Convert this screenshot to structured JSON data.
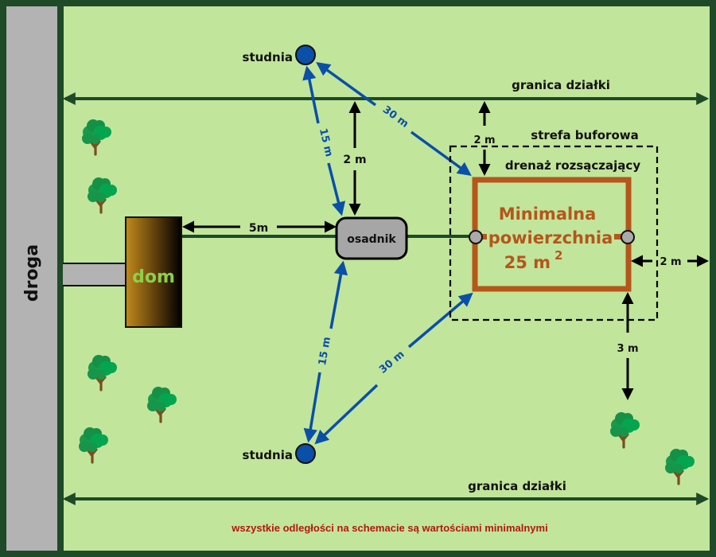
{
  "colors": {
    "frame": "#1f4a28",
    "lawn": "#c1e59b",
    "road": "#b3b3b3",
    "boundary": "#1f4a28",
    "water": "#0a4fa8",
    "drain": "#b5561a",
    "note": "#b3180e",
    "house_label": "#8bd04a"
  },
  "road": {
    "label": "droga"
  },
  "house": {
    "label": "dom"
  },
  "tank": {
    "label": "osadnik"
  },
  "wells": {
    "top": {
      "label": "studnia"
    },
    "bottom": {
      "label": "studnia"
    }
  },
  "boundary": {
    "top_label": "granica działki",
    "bottom_label": "granica działki"
  },
  "buffer_zone": {
    "label": "strefa buforowa"
  },
  "drainage": {
    "label": "drenaż rozsączający",
    "area_line1": "Minimalna",
    "area_line2": "powierzchnia",
    "area_value": "25 m",
    "area_exponent": "2"
  },
  "distances": {
    "house_to_tank": "5m",
    "tank_to_top_boundary": "2 m",
    "buffer_to_top_boundary": "2 m",
    "buffer_to_right_boundary": "2 m",
    "drain_to_tree": "3 m",
    "tank_to_top_well": "15 m",
    "tank_to_bottom_well": "15 m",
    "drain_to_top_well": "30 m",
    "drain_to_bottom_well": "30 m"
  },
  "trees": [
    {
      "id": "tree-1"
    },
    {
      "id": "tree-2"
    },
    {
      "id": "tree-3"
    },
    {
      "id": "tree-4"
    },
    {
      "id": "tree-5"
    },
    {
      "id": "tree-6"
    },
    {
      "id": "tree-7"
    }
  ],
  "footer": {
    "note": "wszystkie odległości na schemacie są wartościami minimalnymi"
  }
}
